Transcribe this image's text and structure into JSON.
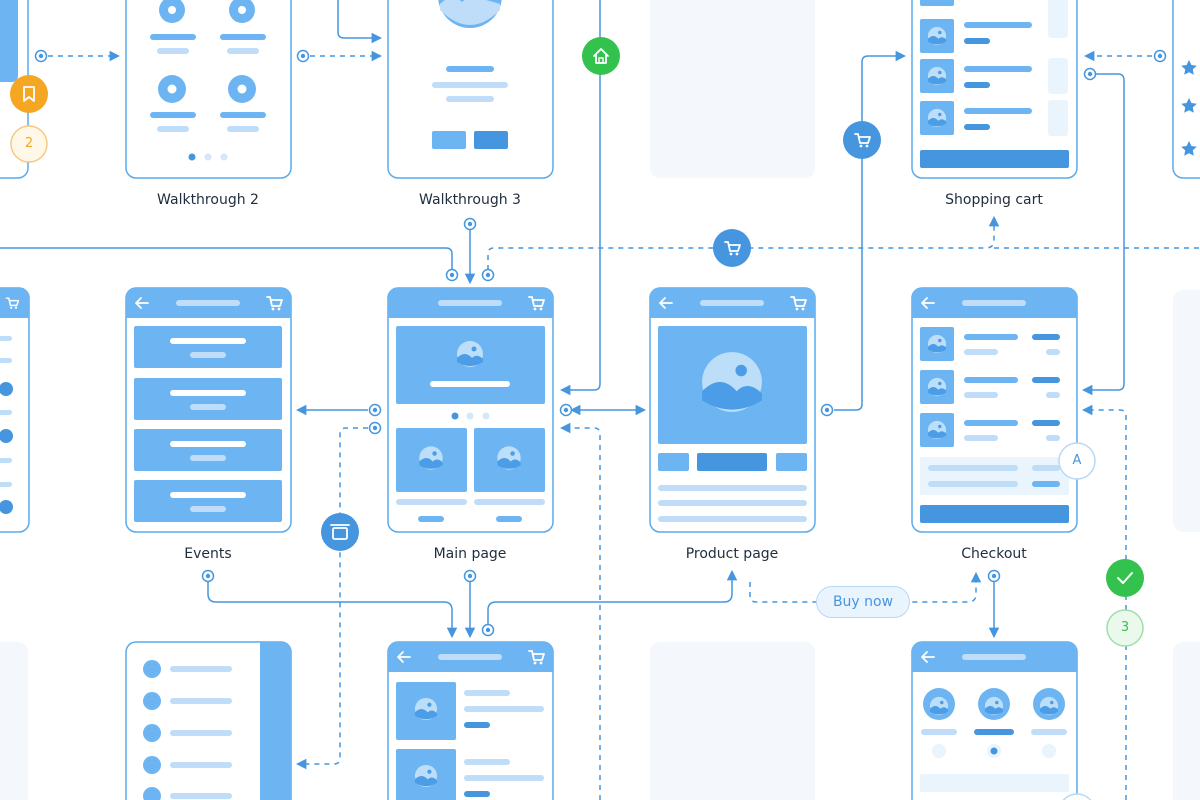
{
  "colors": {
    "primary": "#4596df",
    "frame": "#5aabee",
    "block": "#6db5f2",
    "light_block": "#bfdcf8",
    "pale": "#eaf4fd",
    "placeholder": "#f4f8fc",
    "green": "#33c24d",
    "orange": "#f5a623",
    "text": "#1f2d3d"
  },
  "screens": {
    "walkthrough_2": {
      "label": "Walkthrough 2"
    },
    "walkthrough_3": {
      "label": "Walkthrough 3"
    },
    "shopping_cart": {
      "label": "Shopping cart"
    },
    "events": {
      "label": "Events"
    },
    "main_page": {
      "label": "Main page"
    },
    "product_page": {
      "label": "Product page"
    },
    "checkout": {
      "label": "Checkout"
    }
  },
  "connectors": {
    "buy_now": "Buy now"
  },
  "badges": {
    "orange_step": "2",
    "checkout_a": "A",
    "green_step": "3"
  },
  "icons": {
    "home": "home-icon",
    "cart": "cart-icon",
    "bookmark": "bookmark-icon",
    "check": "check-icon",
    "box": "box-icon",
    "star": "star-icon"
  }
}
